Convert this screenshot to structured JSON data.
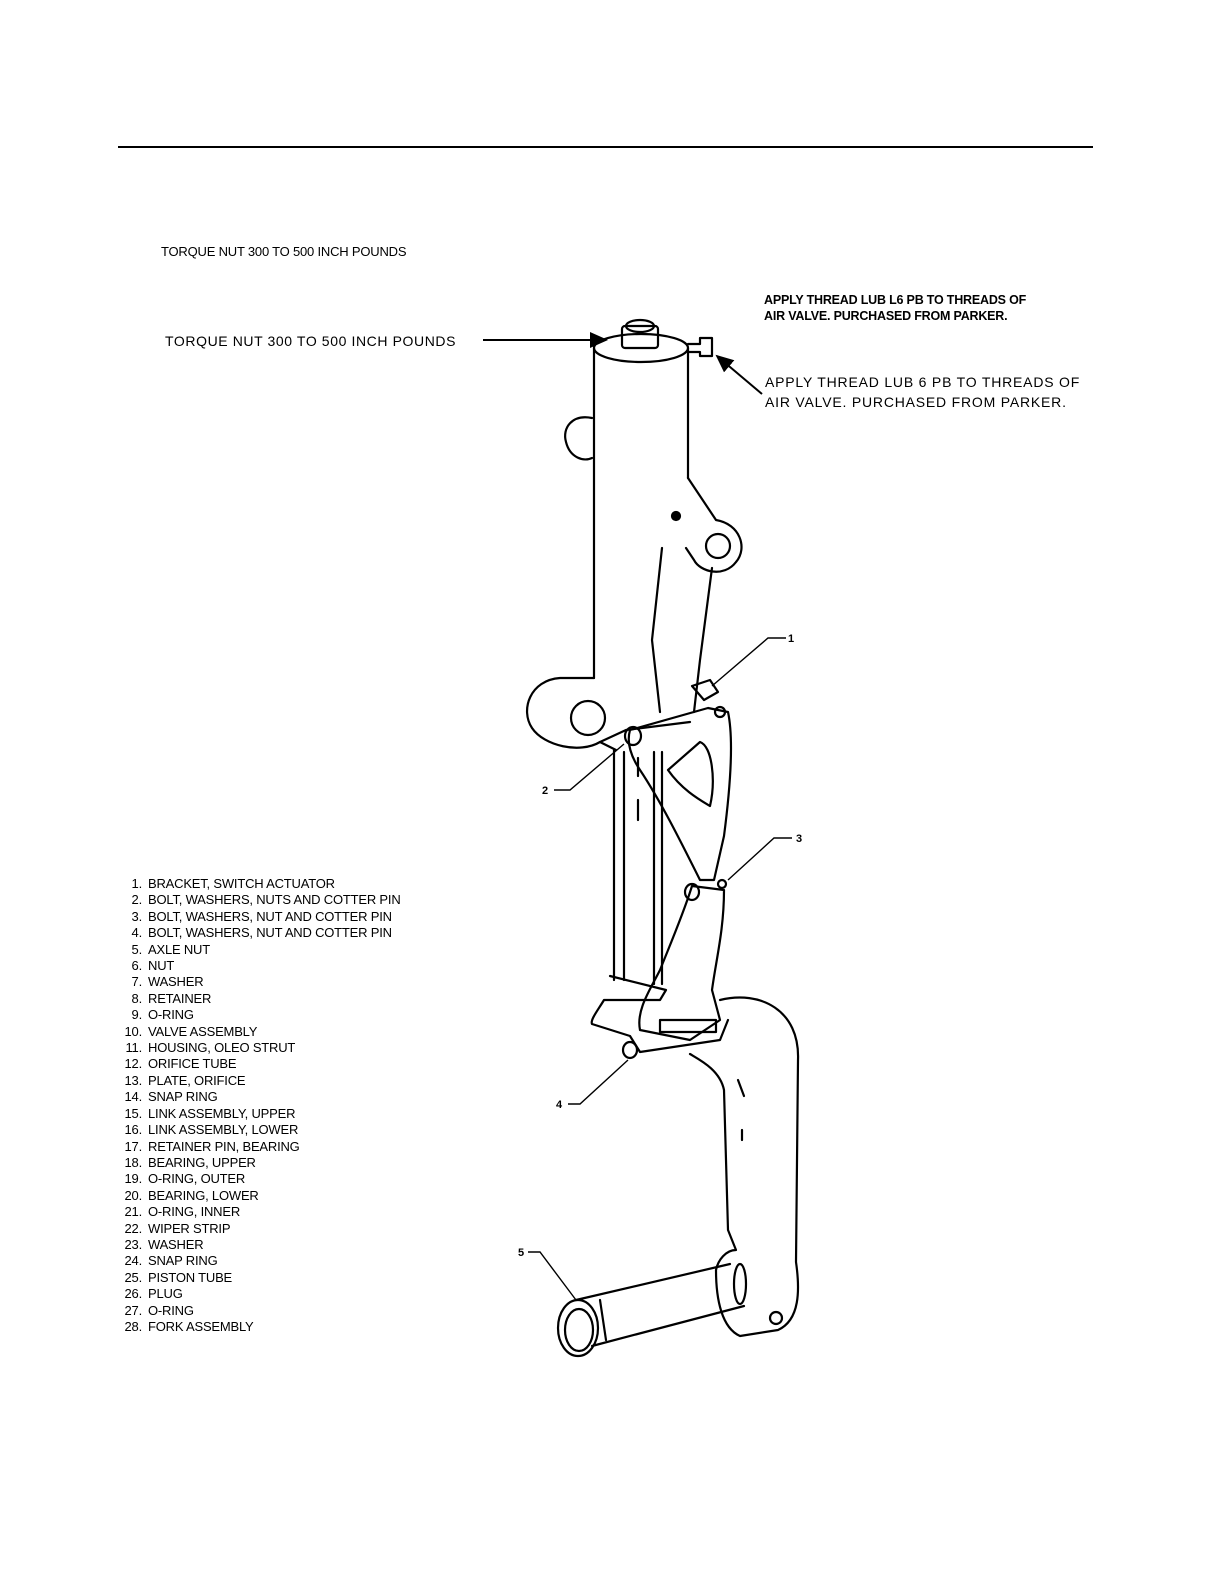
{
  "notes": {
    "torque_top": "TORQUE NUT 300 TO 500 INCH POUNDS",
    "lube_top_line1": "APPLY THREAD LUB L6 PB TO THREADS OF",
    "lube_top_line2": "AIR VALVE.  PURCHASED FROM PARKER.",
    "torque_callout": "TORQUE NUT 300 TO 500 INCH POUNDS",
    "lube_callout_line1": "APPLY THREAD LUB 6 PB TO THREADS OF",
    "lube_callout_line2": "AIR VALVE. PURCHASED FROM PARKER."
  },
  "callouts": [
    "1",
    "2",
    "3",
    "4",
    "5"
  ],
  "parts": [
    {
      "num": "1.",
      "name": "BRACKET, SWITCH ACTUATOR"
    },
    {
      "num": "2.",
      "name": "BOLT, WASHERS, NUTS AND COTTER PIN"
    },
    {
      "num": "3.",
      "name": "BOLT, WASHERS, NUT AND COTTER PIN"
    },
    {
      "num": "4.",
      "name": "BOLT, WASHERS, NUT AND COTTER PIN"
    },
    {
      "num": "5.",
      "name": "AXLE NUT"
    },
    {
      "num": "6.",
      "name": "NUT"
    },
    {
      "num": "7.",
      "name": "WASHER"
    },
    {
      "num": "8.",
      "name": "RETAINER"
    },
    {
      "num": "9.",
      "name": "O-RING"
    },
    {
      "num": "10.",
      "name": "VALVE ASSEMBLY"
    },
    {
      "num": "11.",
      "name": "HOUSING, OLEO STRUT"
    },
    {
      "num": "12.",
      "name": "ORIFICE TUBE"
    },
    {
      "num": "13.",
      "name": "PLATE, ORIFICE"
    },
    {
      "num": "14.",
      "name": "SNAP RING"
    },
    {
      "num": "15.",
      "name": "LINK ASSEMBLY, UPPER"
    },
    {
      "num": "16.",
      "name": "LINK ASSEMBLY, LOWER"
    },
    {
      "num": "17.",
      "name": "RETAINER PIN, BEARING"
    },
    {
      "num": "18.",
      "name": "BEARING, UPPER"
    },
    {
      "num": "19.",
      "name": "O-RING, OUTER"
    },
    {
      "num": "20.",
      "name": "BEARING, LOWER"
    },
    {
      "num": "21.",
      "name": "O-RING, INNER"
    },
    {
      "num": "22.",
      "name": "WIPER STRIP"
    },
    {
      "num": "23.",
      "name": "WASHER"
    },
    {
      "num": "24.",
      "name": "SNAP RING"
    },
    {
      "num": "25.",
      "name": "PISTON TUBE"
    },
    {
      "num": "26.",
      "name": "PLUG"
    },
    {
      "num": "27.",
      "name": "O-RING"
    },
    {
      "num": "28.",
      "name": "FORK ASSEMBLY"
    }
  ]
}
